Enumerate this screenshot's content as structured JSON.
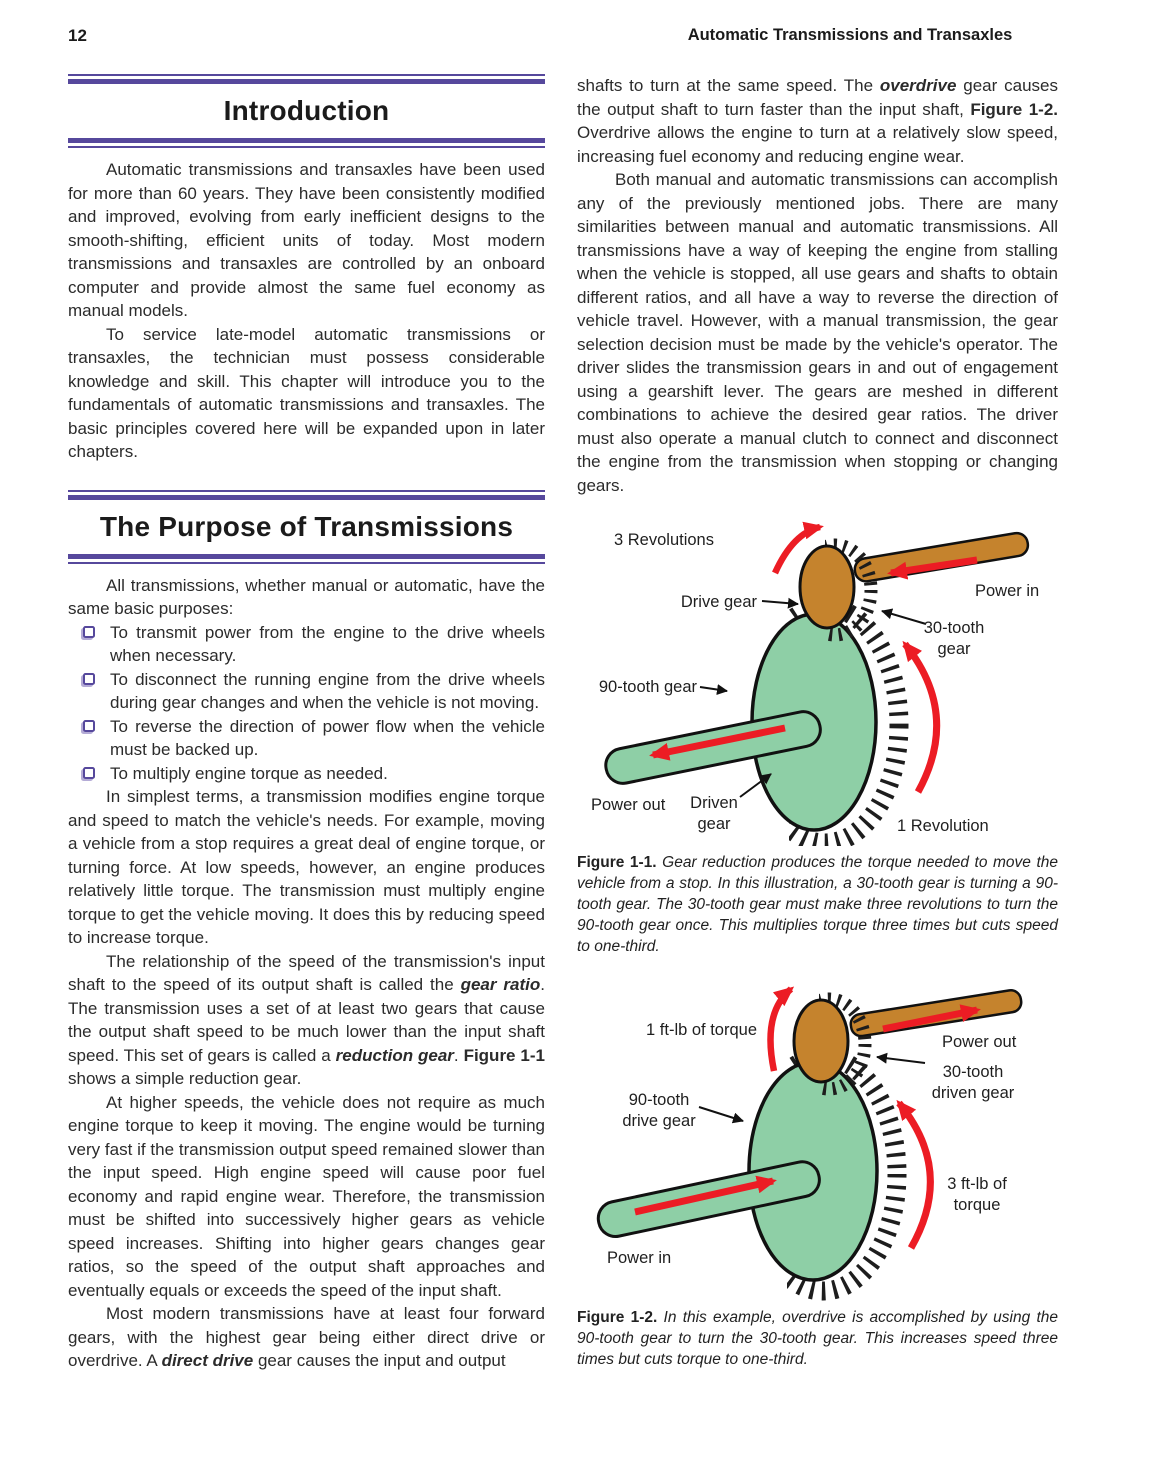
{
  "header": {
    "page_number": "12",
    "running_head": "Automatic Transmissions and Transaxles"
  },
  "colors": {
    "accent_purple": "#56489c",
    "gear_green": "#8ecfa6",
    "gear_orange": "#c5832d",
    "arrow_red": "#ec1c24",
    "body_text": "#2b2b2b"
  },
  "intro": {
    "title": "Introduction",
    "p1": "Automatic transmissions and transaxles have been used for more than 60 years. They have been consistently modified and improved, evolving from early inefficient designs to the smooth-shifting, efficient units of today. Most modern transmissions and transaxles are controlled by an onboard computer and provide almost the same fuel economy as manual models.",
    "p2": "To service late-model automatic transmissions or transaxles, the technician must possess considerable knowledge and skill. This chapter will introduce you to the fundamentals of automatic transmissions and transaxles. The basic principles covered here will be expanded upon in later chapters."
  },
  "purpose": {
    "title": "The Purpose of Transmissions",
    "lead": "All transmissions, whether manual or automatic, have the same basic purposes:",
    "bullets": [
      "To transmit power from the engine to the drive wheels when necessary.",
      "To disconnect the running engine from the drive wheels during gear changes and when the vehicle is not moving.",
      "To reverse the direction of power flow when the vehicle must be backed up.",
      "To multiply engine torque as needed."
    ],
    "p1": "In simplest terms, a transmission modifies engine torque and speed to match the vehicle's needs. For example, moving a vehicle from a stop requires a great deal of engine torque, or turning force. At low speeds, however, an engine produces relatively little torque. The transmission must multiply engine torque to get the vehicle moving. It does this by reducing speed to increase torque.",
    "p2_segments": [
      {
        "t": "The relationship of the speed of the transmission's input shaft to the speed of its output shaft is called the "
      },
      {
        "t": "gear ratio",
        "s": "bi"
      },
      {
        "t": ". The transmission uses a set of at least two gears that cause the output shaft speed to be much lower than the input shaft speed. This set of gears is called a "
      },
      {
        "t": "reduction gear",
        "s": "bi"
      },
      {
        "t": ". "
      },
      {
        "t": "Figure 1-1",
        "s": "b"
      },
      {
        "t": " shows a simple reduction gear."
      }
    ],
    "p3": "At higher speeds, the vehicle does not require as much engine torque to keep it moving. The engine would be turning very fast if the transmission output speed remained slower than the input speed. High engine speed will cause poor fuel economy and rapid engine wear. Therefore, the transmission must be shifted into successively higher gears as vehicle speed increases. Shifting into higher gears changes gear ratios, so the speed of the output shaft approaches and eventually equals or exceeds the speed of the input shaft.",
    "p4_segments": [
      {
        "t": "Most modern transmissions have at least four forward gears, with the highest gear being either direct drive or overdrive. A "
      },
      {
        "t": "direct drive",
        "s": "bi"
      },
      {
        "t": " gear causes the input and output"
      }
    ]
  },
  "right": {
    "p1_segments": [
      {
        "t": "shafts to turn at the same speed. The "
      },
      {
        "t": "overdrive",
        "s": "bi"
      },
      {
        "t": " gear causes the output shaft to turn faster than the input shaft, "
      },
      {
        "t": "Figure 1-2.",
        "s": "b"
      },
      {
        "t": " Overdrive allows the engine to turn at a relatively slow speed, increasing fuel economy and reducing engine wear."
      }
    ],
    "p2": "Both manual and automatic transmissions can accomplish any of the previously mentioned jobs. There are many similarities between manual and automatic transmissions. All transmissions have a way of keeping the engine from stalling when the vehicle is stopped, all use gears and shafts to obtain different ratios, and all have a way to reverse the direction of vehicle travel. However, with a manual transmission, the gear selection decision must be made by the vehicle's operator. The driver slides the transmission gears in and out of engagement using a gearshift lever. The gears are meshed in different combinations to achieve the desired gear ratios. The driver must also operate a manual clutch to connect and disconnect the engine from the transmission when stopping or changing gears."
  },
  "fig1": {
    "labels": {
      "rev3": "3 Revolutions",
      "drive_gear": "Drive gear",
      "power_in": "Power in",
      "g30_l1": "30-tooth",
      "g30_l2": "gear",
      "g90": "90-tooth gear",
      "power_out": "Power out",
      "driven_l1": "Driven",
      "driven_l2": "gear",
      "rev1": "1 Revolution"
    },
    "caption_segments": [
      {
        "t": "Figure 1-1. ",
        "s": "b"
      },
      {
        "t": "Gear reduction produces the torque needed to move the vehicle from a stop. In this illustration, a 30-tooth gear is turning a 90-tooth gear. The 30-tooth gear must make three revolutions to turn the 90-tooth gear once. This multiplies torque three times but cuts speed to one-third.",
        "s": "i"
      }
    ]
  },
  "fig2": {
    "labels": {
      "torque1": "1 ft-lb of torque",
      "power_out": "Power out",
      "g30_l1": "30-tooth",
      "g30_l2": "driven gear",
      "g90_l1": "90-tooth",
      "g90_l2": "drive gear",
      "power_in": "Power in",
      "torque3_l1": "3 ft-lb of",
      "torque3_l2": "torque"
    },
    "caption_segments": [
      {
        "t": "Figure 1-2. ",
        "s": "b"
      },
      {
        "t": "In this example, overdrive is accomplished by using the 90-tooth gear to turn the 30-tooth gear. This increases speed three times but cuts torque to one-third.",
        "s": "i"
      }
    ]
  }
}
